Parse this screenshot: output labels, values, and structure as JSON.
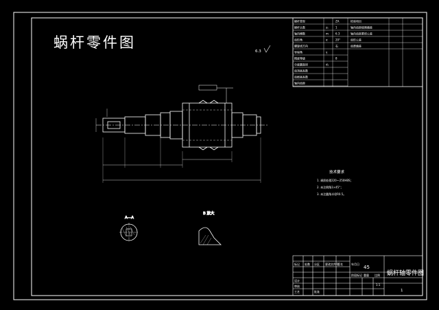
{
  "drawing": {
    "title": "蜗杆零件图",
    "roughness_note": "6.3",
    "section_a_label": "A—A",
    "section_b_label": "B 放大"
  },
  "param_table": {
    "left_rows": [
      {
        "label": "蜗杆类型",
        "sym": "",
        "val": "ZA"
      },
      {
        "label": "蜗杆头数",
        "sym": "z₁",
        "val": "1"
      },
      {
        "label": "轴向模数",
        "sym": "m",
        "val": "6.3"
      },
      {
        "label": "齿形角",
        "sym": "α",
        "val": "20°"
      },
      {
        "label": "螺旋线方向",
        "sym": "",
        "val": "右"
      },
      {
        "label": "导程角",
        "sym": "γ",
        "val": ""
      },
      {
        "label": "精度等级",
        "sym": "",
        "val": "8"
      },
      {
        "label": "分度圆直径",
        "sym": "d₁",
        "val": ""
      },
      {
        "label": "齿顶高系数",
        "sym": "",
        "val": ""
      },
      {
        "label": "齿根高系数",
        "sym": "",
        "val": ""
      },
      {
        "label": "轴向齿距",
        "sym": "",
        "val": ""
      }
    ],
    "right_rows": [
      {
        "label": "检验项目",
        "sym": "",
        "val": ""
      },
      {
        "label": "轴向齿距极限偏差",
        "sym": "",
        "val": ""
      },
      {
        "label": "轴向齿距累积公差",
        "sym": "",
        "val": ""
      },
      {
        "label": "齿形公差",
        "sym": "",
        "val": ""
      },
      {
        "label": "齿厚偏差",
        "sym": "",
        "val": ""
      }
    ]
  },
  "tech_req": {
    "heading": "技术要求",
    "items": [
      "1. 调质处理220～250HBS；",
      "2. 未注倒角1×45°；",
      "3. 未注圆角半径R0.5。"
    ]
  },
  "title_block": {
    "drawing_name": "蜗杆轴零件图",
    "material": "45",
    "scale": "1:1",
    "sheet": "1",
    "labels": [
      "标记",
      "处数",
      "分区",
      "更改文件号",
      "签名",
      "年月日",
      "设计",
      "审核",
      "工艺",
      "批准",
      "阶段标记",
      "重量",
      "比例"
    ]
  }
}
